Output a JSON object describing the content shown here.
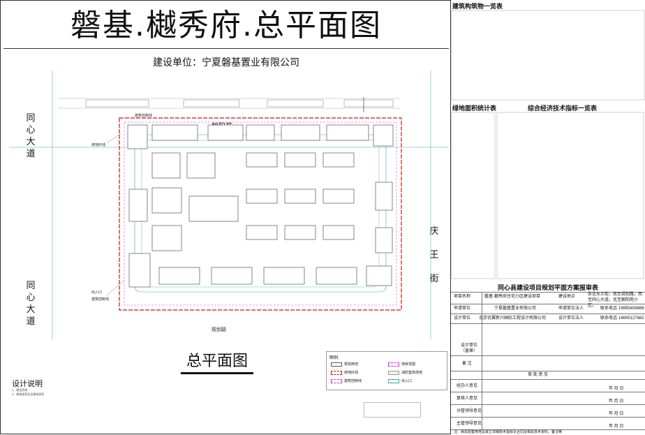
{
  "sheet": {
    "main_title": "磐基.樾秀府.总平面图",
    "client_line": "建设单位：宁夏磐基置业有限公司",
    "plan_caption": "总平面图",
    "design_notes_heading": "设计说明",
    "notes_line1": "1、建设用地",
    "notes_line2": "2、建筑面积及总建筑面积"
  },
  "plan": {
    "north_neighbor": "朝阳苑",
    "west_road": "同心大道",
    "east_road": "庆王街",
    "south_road": "规划路",
    "labels": {
      "boundary": "用地红线",
      "setback": "建筑控制线",
      "greenline": "建筑控制线",
      "exit": "出入口"
    }
  },
  "legend": {
    "title": "图例:",
    "items": [
      "规划用地",
      "用地红线",
      "建筑控制线",
      "地库范围",
      "消防登高场地",
      "出入口"
    ]
  },
  "right": {
    "table1_title": "建筑构筑物一览表",
    "table2_title": "绿地面积统计表",
    "table3_title": "综合经济技术指标一览表",
    "report_title": "同心县建设项目规划平面方案报审表",
    "report": {
      "project_name_label": "项目名称",
      "project_name": "磐基·樾秀府住宅小区建设项目",
      "location_label": "建设地点",
      "location": "条克东王街，南至规划路，西至同心大道，北至朝阳苑小区。",
      "applicant_label": "申请单位",
      "applicant": "宁夏磐基置业有限公司",
      "applicant_contact_label": "申请单位法人",
      "phone_label": "联系电话",
      "phone": "19995408686",
      "design_label": "设计单位",
      "design": "北京优翼新兴国际工程设计有限公司",
      "design_contact_label": "设计单位法人",
      "phone2": "18695127682",
      "contact_label": "联系电话",
      "opinion_label": "设计单位\n（盖章）",
      "note_label": "备 注",
      "review_label": "审 批 意 见",
      "sign1": "经办人意见",
      "sign2": "复核人意见",
      "sign3": "分管领导意见",
      "sign4": "主管领导意见",
      "date": "年 月 日",
      "footer": "注：相关配套用地及其它详细技术指标见合同及相关技术资料。备注等"
    }
  },
  "colors": {
    "boundary": "#d11111",
    "road": "#3aa7a7",
    "building": "#555555",
    "magenta": "#c23dc2"
  }
}
